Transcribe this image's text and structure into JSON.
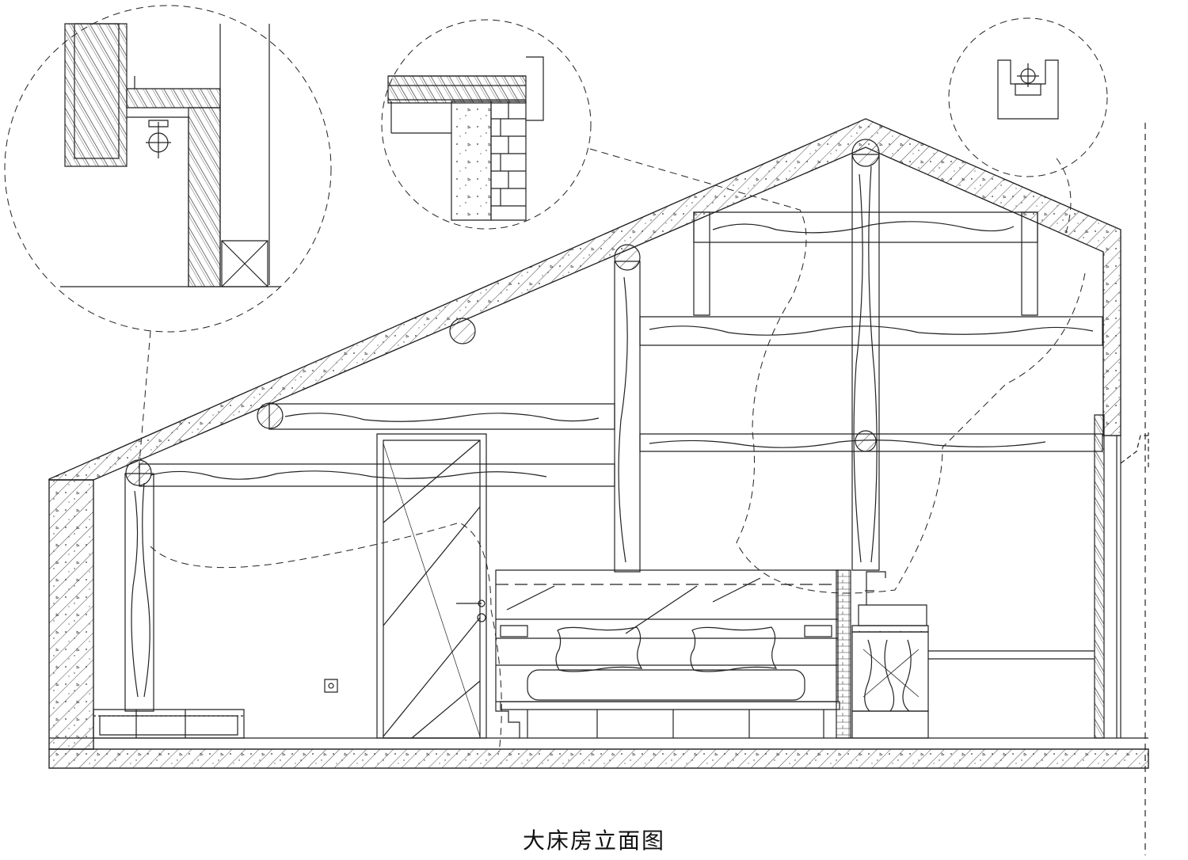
{
  "drawing": {
    "title": "大床房立面图",
    "line_color": "#222222",
    "detail_callouts": [
      "ridge-left-detail",
      "ridge-top-detail",
      "bathroom-detail"
    ],
    "elements": [
      "roof",
      "log-beams",
      "log-posts",
      "door",
      "bed",
      "vanity",
      "tv-bench",
      "floor-slab"
    ]
  }
}
